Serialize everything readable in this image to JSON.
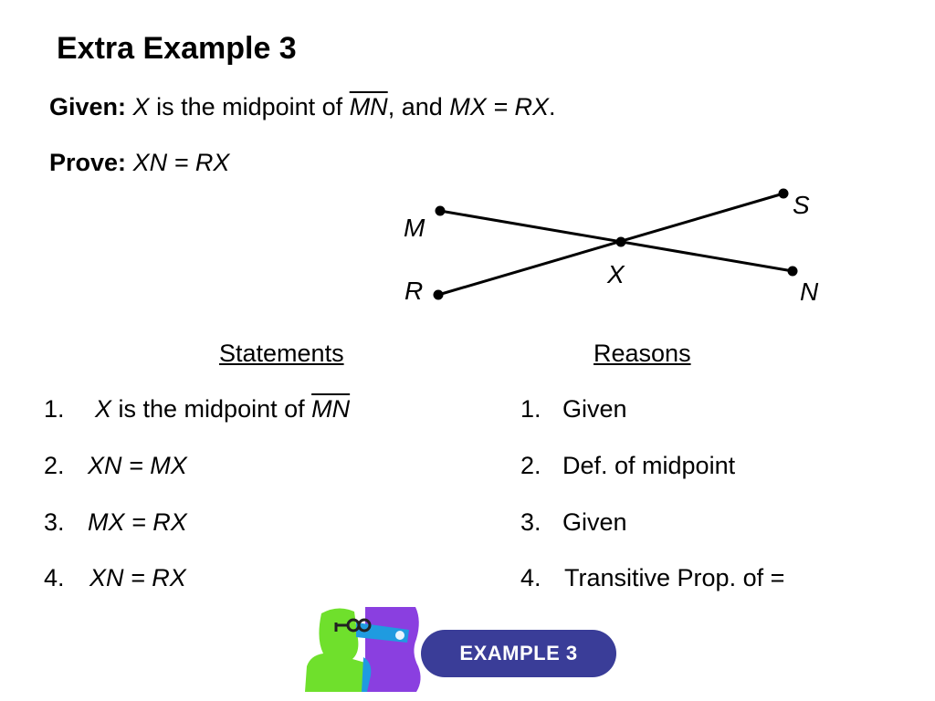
{
  "title": "Extra Example 3",
  "given": {
    "label": "Given:",
    "x": "X",
    "text1": " is the midpoint of ",
    "seg": "MN",
    "text2": ", and ",
    "eq": "MX = RX",
    "end": "."
  },
  "prove": {
    "label": "Prove:",
    "eq": "XN = RX"
  },
  "diagram": {
    "labels": {
      "M": "M",
      "S": "S",
      "X": "X",
      "R": "R",
      "N": "N"
    }
  },
  "table": {
    "statements_header": "Statements",
    "reasons_header": "Reasons",
    "statements": [
      {
        "num": "1.",
        "x": "X",
        "text": " is the midpoint of ",
        "seg": "MN"
      },
      {
        "num": "2.",
        "eq": "XN = MX"
      },
      {
        "num": "3.",
        "eq": "MX = RX"
      },
      {
        "num": "4.",
        "eq": "XN = RX"
      }
    ],
    "reasons": [
      {
        "num": "1.",
        "text": "Given"
      },
      {
        "num": "2.",
        "text": "Def. of midpoint"
      },
      {
        "num": "3.",
        "text": "Given"
      },
      {
        "num": "4.",
        "text": "Transitive Prop. of ="
      }
    ]
  },
  "badge": {
    "label": "EXAMPLE 3"
  },
  "colors": {
    "badge": "#3a3d98",
    "mascot_green": "#6fe02c",
    "mascot_purple": "#8a3fe0",
    "mascot_blue": "#1f9be0"
  },
  "icons": {
    "mascot": "detective-mascot-icon"
  }
}
